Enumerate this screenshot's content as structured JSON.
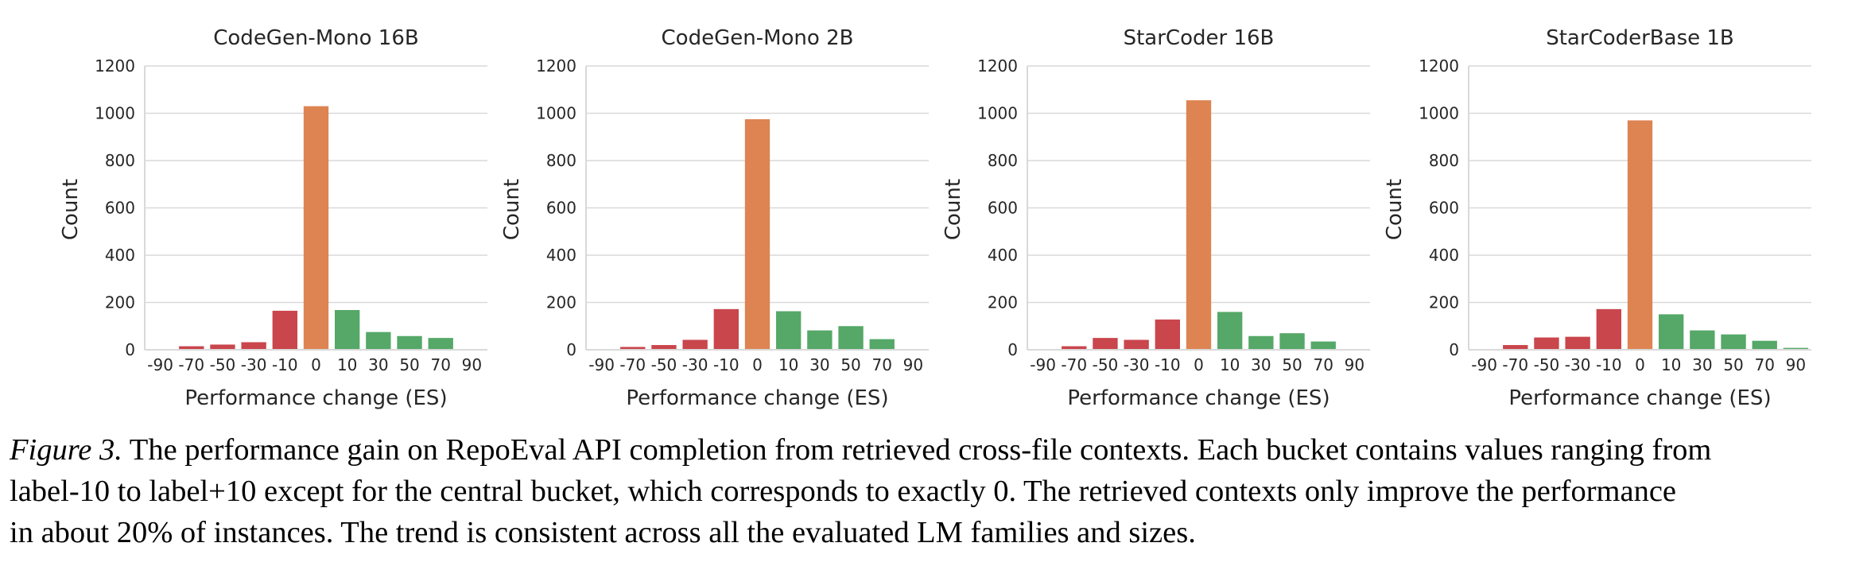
{
  "colors": {
    "negative": "#c9464c",
    "zero": "#dd8452",
    "positive": "#55a868",
    "grid": "#d9d9d9",
    "axis": "#262626"
  },
  "chart_data": [
    {
      "type": "bar",
      "title": "CodeGen-Mono 16B",
      "xlabel": "Performance change (ES)",
      "ylabel": "Count",
      "categories": [
        "-90",
        "-70",
        "-50",
        "-30",
        "-10",
        "0",
        "10",
        "30",
        "50",
        "70",
        "90"
      ],
      "values": [
        2,
        15,
        22,
        32,
        165,
        1030,
        168,
        75,
        58,
        50,
        0
      ],
      "ylim": [
        0,
        1200
      ],
      "yticks": [
        0,
        200,
        400,
        600,
        800,
        1000,
        1200
      ],
      "grid": true
    },
    {
      "type": "bar",
      "title": "CodeGen-Mono 2B",
      "xlabel": "Performance change (ES)",
      "ylabel": "Count",
      "categories": [
        "-90",
        "-70",
        "-50",
        "-30",
        "-10",
        "0",
        "10",
        "30",
        "50",
        "70",
        "90"
      ],
      "values": [
        2,
        12,
        20,
        42,
        172,
        975,
        163,
        82,
        100,
        45,
        0
      ],
      "ylim": [
        0,
        1200
      ],
      "yticks": [
        0,
        200,
        400,
        600,
        800,
        1000,
        1200
      ],
      "grid": true
    },
    {
      "type": "bar",
      "title": "StarCoder 16B",
      "xlabel": "Performance change (ES)",
      "ylabel": "Count",
      "categories": [
        "-90",
        "-70",
        "-50",
        "-30",
        "-10",
        "0",
        "10",
        "30",
        "50",
        "70",
        "90"
      ],
      "values": [
        2,
        15,
        50,
        42,
        128,
        1055,
        160,
        58,
        70,
        35,
        0
      ],
      "ylim": [
        0,
        1200
      ],
      "yticks": [
        0,
        200,
        400,
        600,
        800,
        1000,
        1200
      ],
      "grid": true
    },
    {
      "type": "bar",
      "title": "StarCoderBase 1B",
      "xlabel": "Performance change (ES)",
      "ylabel": "Count",
      "categories": [
        "-90",
        "-70",
        "-50",
        "-30",
        "-10",
        "0",
        "10",
        "30",
        "50",
        "70",
        "90"
      ],
      "values": [
        2,
        20,
        52,
        55,
        172,
        970,
        150,
        82,
        65,
        38,
        8
      ],
      "ylim": [
        0,
        1200
      ],
      "yticks": [
        0,
        200,
        400,
        600,
        800,
        1000,
        1200
      ],
      "grid": true
    }
  ],
  "caption": {
    "figure_label": "Figure 3.",
    "line1": "The performance gain on RepoEval API completion from retrieved cross-file contexts. Each bucket contains values ranging from",
    "line2": "label-10 to label+10 except for the central bucket, which corresponds to exactly 0. The retrieved contexts only improve the performance",
    "line3": "in about 20% of instances. The trend is consistent across all the evaluated LM families and sizes."
  }
}
